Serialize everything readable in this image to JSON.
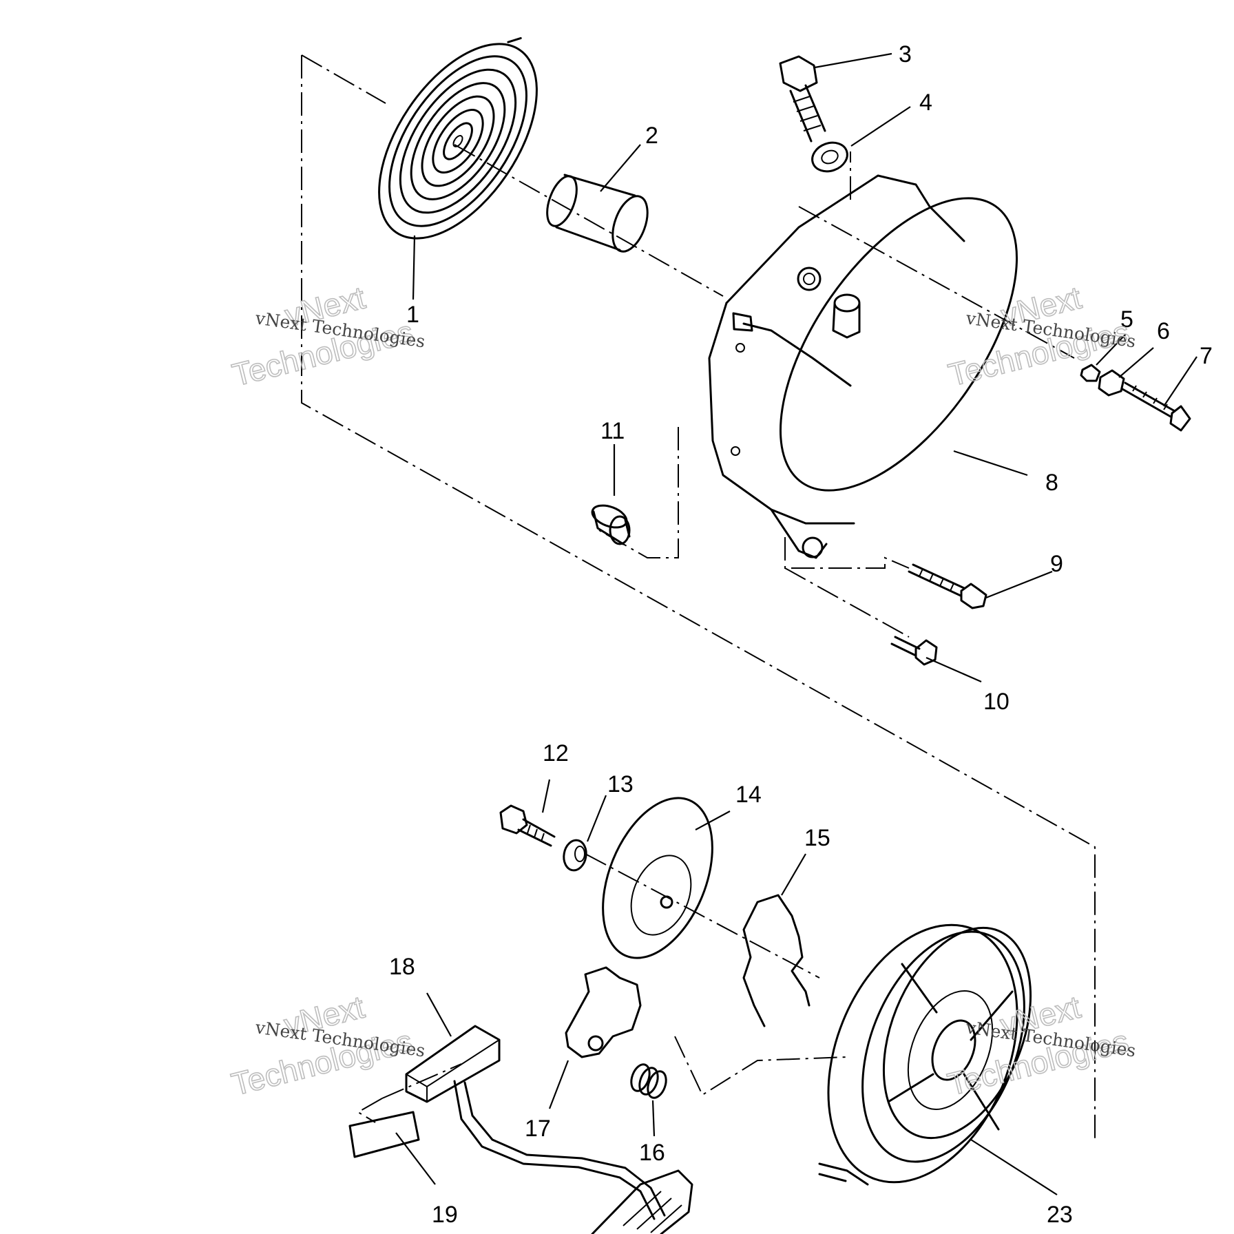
{
  "callouts": [
    {
      "id": "1",
      "label": "1"
    },
    {
      "id": "2",
      "label": "2"
    },
    {
      "id": "3",
      "label": "3"
    },
    {
      "id": "4",
      "label": "4"
    },
    {
      "id": "5",
      "label": "5"
    },
    {
      "id": "6",
      "label": "6"
    },
    {
      "id": "7",
      "label": "7"
    },
    {
      "id": "8",
      "label": "8"
    },
    {
      "id": "9",
      "label": "9"
    },
    {
      "id": "10",
      "label": "10"
    },
    {
      "id": "11",
      "label": "11"
    },
    {
      "id": "12",
      "label": "12"
    },
    {
      "id": "13",
      "label": "13"
    },
    {
      "id": "14",
      "label": "14"
    },
    {
      "id": "15",
      "label": "15"
    },
    {
      "id": "16",
      "label": "16"
    },
    {
      "id": "17",
      "label": "17"
    },
    {
      "id": "18",
      "label": "18"
    },
    {
      "id": "19",
      "label": "19"
    },
    {
      "id": "23",
      "label": "23"
    }
  ],
  "watermark": {
    "line1": "vNext",
    "line2": "Technologies",
    "small": "vNext Technologies"
  },
  "colors": {
    "ink": "#000000",
    "background": "#ffffff",
    "watermark": "#bdbdbd"
  }
}
